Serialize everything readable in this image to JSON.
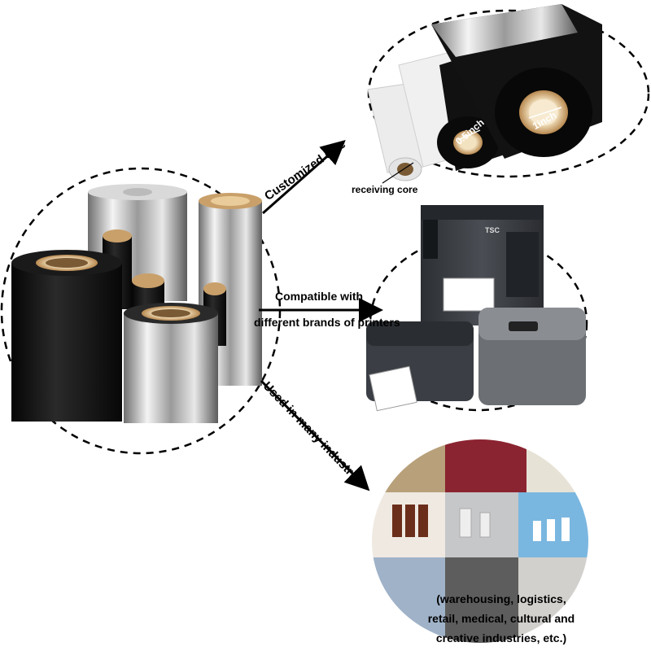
{
  "labels": {
    "customized_size": "Customized size",
    "receiving_core": "receiving core",
    "core_small": "0.5inch",
    "core_large": "1inch",
    "compatible_line1": "Compatible with",
    "compatible_line2": "different brands of printers",
    "industries_arrow": "Used in many industries",
    "printer_brand": "TSC"
  },
  "caption": {
    "line1": "(warehousing, logistics,",
    "line2": "retail, medical, cultural and",
    "line3": "creative industries, etc.)"
  },
  "colors": {
    "ribbon_black": "#111111",
    "core_tan": "#c9a06a",
    "printer_gray": "#3a3d42",
    "dashed_outline": "#000000"
  }
}
